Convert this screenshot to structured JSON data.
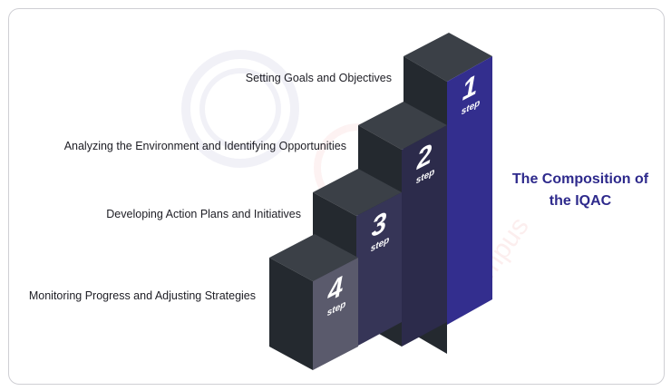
{
  "diagram": {
    "title_line1": "The Composition of",
    "title_line2": "the IQAC",
    "steps": [
      {
        "number": "1",
        "word": "step",
        "label": "Setting Goals and Objectives"
      },
      {
        "number": "2",
        "word": "step",
        "label": "Analyzing the Environment and Identifying Opportunities"
      },
      {
        "number": "3",
        "word": "step",
        "label": "Developing Action Plans and Initiatives"
      },
      {
        "number": "4",
        "word": "step",
        "label": "Monitoring Progress and Adjusting Strategies"
      }
    ],
    "watermark": "Campus"
  },
  "colors": {
    "title": "#2e2a8c",
    "step1_front": "#332e8e",
    "step2_front": "#2c2b4b",
    "step3_front": "#363557",
    "step4_front": "#5a5a6c",
    "block_side": "#24292f",
    "block_top": "#3b4047"
  }
}
